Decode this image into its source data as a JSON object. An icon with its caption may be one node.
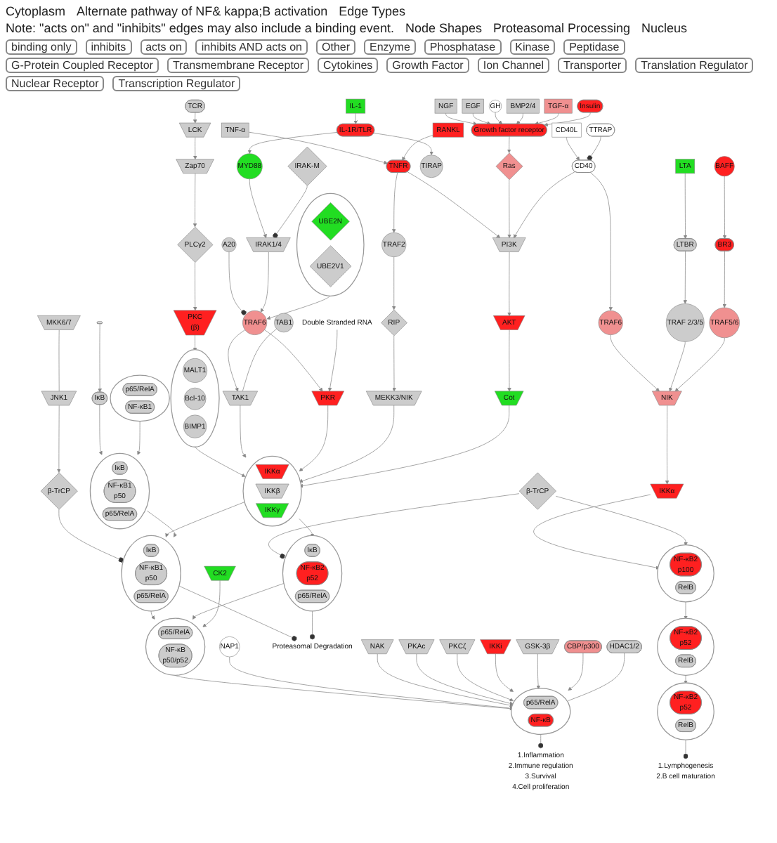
{
  "diagram": {
    "nodes": [
      {
        "text": [
          "GH"
        ]
      },
      {
        "text": [
          "RANKL"
        ]
      },
      {
        "text": [
          "EGF"
        ]
      },
      {
        "text": [
          "BMP2/4"
        ]
      },
      {
        "text": [
          "IL-1"
        ]
      },
      {
        "text": [
          "TNF-α"
        ]
      },
      {
        "text": [
          "NGF"
        ]
      },
      {
        "text": [
          "TGF-α"
        ]
      },
      {
        "text": [
          "CD40L"
        ]
      },
      {
        "text": [
          "LTA"
        ]
      },
      {
        "text": [
          "BAFF"
        ]
      },
      {
        "text": [
          "Insulin"
        ]
      },
      {
        "text": [
          "TCR"
        ]
      },
      {
        "text": [
          "IL-1R/TLR"
        ]
      },
      {
        "text": [
          "TNFR"
        ]
      },
      {
        "text": [
          "Growth factor receptor"
        ]
      },
      {
        "text": [
          "CD40"
        ]
      },
      {
        "text": [
          "LTBR"
        ]
      },
      {
        "text": [
          "BR3"
        ]
      },
      {
        "text": [
          "TIRAP"
        ]
      },
      {
        "text": [
          "LCK"
        ]
      },
      {
        "text": [
          "MYD88"
        ]
      },
      {
        "text": [
          "IRAK-M"
        ]
      },
      {
        "text": [
          "Zap70"
        ]
      },
      {
        "text": [
          "A20"
        ]
      },
      {
        "text": [
          "IRAK1/4"
        ]
      },
      {
        "text": [
          "Double Stranded RNA"
        ]
      },
      {
        "text": [
          "TRAF2"
        ]
      },
      {
        "text": [
          "RIP"
        ]
      },
      {
        "text": [
          "Ras"
        ]
      },
      {
        "text": [
          "TTRAP"
        ]
      },
      {
        "text": [
          "TRAF6"
        ]
      },
      {
        "text": [
          "TRAF 2/3/5"
        ]
      },
      {
        "text": [
          "TRAF5/6"
        ]
      },
      {
        "text": [
          "PI3K"
        ]
      },
      {
        "text": [
          "PLCγ2"
        ]
      },
      {
        "text": [],
        "shape": "circle"
      },
      {
        "text": [
          "UBE2N"
        ],
        "in": 36
      },
      {
        "text": [
          "UBE2V1"
        ],
        "in": 36
      },
      {
        "text": [
          "TRAF6"
        ]
      },
      {
        "text": [
          "PKR"
        ]
      },
      {
        "text": [
          "MEKK3/NIK"
        ]
      },
      {
        "text": [
          "AKT"
        ]
      },
      {
        "text": [
          "NIK"
        ]
      },
      {
        "text": [
          "PKC",
          "(β)"
        ]
      },
      {
        "text": [
          "TAB1"
        ]
      },
      {
        "text": [
          "TAK1"
        ]
      },
      {
        "text": [],
        "shape": "circle"
      },
      {
        "text": [
          "MALT1"
        ],
        "in": 47
      },
      {
        "text": [
          "Bcl-10"
        ],
        "in": 47
      },
      {
        "text": [
          "BIMP1"
        ],
        "in": 47
      },
      {
        "text": [],
        "shape": "circle"
      },
      {
        "text": [
          "IKKα"
        ],
        "in": 51
      },
      {
        "text": [
          "IKKβ"
        ],
        "in": 51
      },
      {
        "text": [
          "IKKγ"
        ],
        "in": 51
      },
      {
        "text": [
          "Cot"
        ]
      },
      {
        "text": [
          "MKK6/7"
        ]
      },
      {
        "text": [
          "JNK1"
        ]
      },
      {
        "text": [
          "β-TrCP"
        ]
      },
      {
        "text": [
          "β-TrCP"
        ]
      },
      {
        "text": [
          "IKKα"
        ]
      },
      {
        "text": [],
        "shape": "circle"
      },
      {
        "text": [
          "IκB"
        ],
        "in": 61
      },
      {
        "text": [
          "NF-κB1",
          "p50"
        ],
        "in": 61
      },
      {
        "text": [
          "p65/RelA"
        ],
        "in": 61
      },
      {
        "text": [
          "Proteasomal Degradation"
        ]
      },
      {
        "text": [],
        "shape": "circle"
      },
      {
        "text": [
          "IκB"
        ],
        "in": 66
      },
      {
        "text": [
          "NF-κB2",
          "p52"
        ],
        "in": 66
      },
      {
        "text": [
          "p65/RelA"
        ],
        "in": 66
      },
      {
        "text": [
          "CK2"
        ]
      },
      {
        "text": [],
        "shape": "circle"
      },
      {
        "text": [
          "p65/RelA"
        ],
        "in": 71
      },
      {
        "text": [
          "NF-κB",
          "p50/p52"
        ],
        "in": 71
      },
      {
        "text": [],
        "shape": "circle"
      },
      {
        "text": [
          "NF-κB2",
          "p100"
        ],
        "in": 74
      },
      {
        "text": [
          "RelB"
        ],
        "in": 74
      },
      {
        "text": [],
        "shape": "circle"
      },
      {
        "text": [
          "NF-κB2",
          "p52"
        ],
        "in": 77
      },
      {
        "text": [
          "RelB"
        ],
        "in": 77
      },
      {
        "text": [],
        "shape": "circle"
      },
      {
        "text": [
          "IκB"
        ],
        "in": 80
      },
      {
        "text": [
          "NF-κB1",
          "p50"
        ],
        "in": 80
      },
      {
        "text": [
          "p65/RelA"
        ],
        "in": 80
      },
      {
        "text": [],
        "shape": "circle"
      },
      {
        "text": [
          "p65/RelA"
        ],
        "in": 84
      },
      {
        "text": [
          "NF-κB1"
        ],
        "in": 84
      },
      {
        "text": [
          "NAP1"
        ]
      },
      {
        "text": [
          "NAK"
        ]
      },
      {
        "text": [
          "PKAc"
        ]
      },
      {
        "text": [
          "PKCζ"
        ]
      },
      {
        "text": [
          "IKKi"
        ]
      },
      {
        "text": [
          "GSK-3β"
        ]
      },
      {
        "text": [
          "CBP/p300"
        ]
      },
      {
        "text": [
          "HDAC1/2"
        ]
      },
      {
        "text": [],
        "shape": "circle"
      },
      {
        "text": [
          "p65/RelA"
        ],
        "in": 95
      },
      {
        "text": [
          "NF-κB"
        ],
        "in": 95
      },
      {
        "text": [],
        "shape": "helix"
      },
      {
        "text": [
          "IκB"
        ]
      },
      {
        "text": [
          "1.Inflammation",
          "2.Immune regulation",
          "3.Survival",
          "4.Cell proliferation"
        ]
      },
      {
        "text": [],
        "shape": "circle"
      },
      {
        "text": [
          "NF-κB2",
          "p52"
        ],
        "in": 101
      },
      {
        "text": [
          "RelB"
        ],
        "in": 101
      },
      {
        "text": [
          "1.Lymphogenesis",
          "2.B cell maturation"
        ]
      }
    ],
    "edges": [
      {
        "from": 4,
        "to": 13,
        "arrow": "to"
      },
      {
        "from": 13,
        "to": 19,
        "arrow": "to"
      },
      {
        "from": 13,
        "to": 21,
        "arrow": "to"
      },
      {
        "from": 21,
        "to": 25,
        "arrow": "to"
      },
      {
        "from": 22,
        "to": 25,
        "arrow": "other"
      },
      {
        "from": 24,
        "to": 39,
        "arrow": "other"
      },
      {
        "from": 25,
        "to": 39,
        "arrow": "to"
      },
      {
        "from": 12,
        "to": 20,
        "arrow": "to"
      },
      {
        "from": 20,
        "to": 23,
        "arrow": "to"
      },
      {
        "from": 23,
        "to": 35,
        "arrow": "to"
      },
      {
        "from": 35,
        "to": 44,
        "arrow": "to"
      },
      {
        "from": 44,
        "to": 47,
        "arrow": "to"
      },
      {
        "from": 47,
        "to": 51,
        "arrow": "to"
      },
      {
        "from": 36,
        "to": 39,
        "arrow": "to"
      },
      {
        "from": 39,
        "to": 40,
        "arrow": "to"
      },
      {
        "from": 39,
        "to": 46,
        "arrow": "to"
      },
      {
        "from": 45,
        "to": 46,
        "arrow": "none"
      },
      {
        "from": 46,
        "to": 51,
        "arrow": "to"
      },
      {
        "from": 26,
        "to": 40,
        "arrow": "to"
      },
      {
        "from": 40,
        "to": 51,
        "arrow": "to"
      },
      {
        "from": 41,
        "to": 51,
        "arrow": "to"
      },
      {
        "from": 28,
        "to": 41,
        "arrow": "to"
      },
      {
        "from": 27,
        "to": 28,
        "arrow": "to"
      },
      {
        "from": 14,
        "to": 27,
        "arrow": "to"
      },
      {
        "from": 5,
        "to": 14,
        "arrow": "to"
      },
      {
        "from": 1,
        "to": 14,
        "arrow": "to"
      },
      {
        "from": 14,
        "to": 34,
        "arrow": "to"
      },
      {
        "from": 6,
        "to": 15,
        "arrow": "to"
      },
      {
        "from": 2,
        "to": 15,
        "arrow": "to"
      },
      {
        "from": 0,
        "to": 15,
        "arrow": "to"
      },
      {
        "from": 3,
        "to": 15,
        "arrow": "to"
      },
      {
        "from": 7,
        "to": 15,
        "arrow": "to"
      },
      {
        "from": 11,
        "to": 15,
        "arrow": "to"
      },
      {
        "from": 15,
        "to": 29,
        "arrow": "to"
      },
      {
        "from": 29,
        "to": 34,
        "arrow": "to"
      },
      {
        "from": 16,
        "to": 34,
        "arrow": "to"
      },
      {
        "from": 8,
        "to": 16,
        "arrow": "to"
      },
      {
        "from": 30,
        "to": 16,
        "arrow": "other"
      },
      {
        "from": 16,
        "to": 31,
        "arrow": "to"
      },
      {
        "from": 31,
        "to": 43,
        "arrow": "to"
      },
      {
        "from": 9,
        "to": 17,
        "arrow": "to"
      },
      {
        "from": 17,
        "to": 32,
        "arrow": "to"
      },
      {
        "from": 32,
        "to": 43,
        "arrow": "to"
      },
      {
        "from": 10,
        "to": 18,
        "arrow": "to"
      },
      {
        "from": 18,
        "to": 33,
        "arrow": "to"
      },
      {
        "from": 33,
        "to": 43,
        "arrow": "to"
      },
      {
        "from": 43,
        "to": 60,
        "arrow": "to"
      },
      {
        "from": 60,
        "to": 74,
        "arrow": "to"
      },
      {
        "from": 34,
        "to": 42,
        "arrow": "to"
      },
      {
        "from": 42,
        "to": 55,
        "arrow": "to"
      },
      {
        "from": 55,
        "to": 51,
        "arrow": "to"
      },
      {
        "from": 56,
        "to": 57,
        "arrow": "none"
      },
      {
        "from": 57,
        "to": 58,
        "arrow": "to"
      },
      {
        "from": 58,
        "to": 61,
        "arrow": "other"
      },
      {
        "from": 59,
        "to": 66,
        "arrow": "other"
      },
      {
        "from": 59,
        "to": 74,
        "arrow": "to"
      },
      {
        "from": 51,
        "to": 61,
        "arrow": "to"
      },
      {
        "from": 51,
        "to": 66,
        "arrow": "to"
      },
      {
        "from": 61,
        "to": 65,
        "arrow": "other"
      },
      {
        "from": 66,
        "to": 65,
        "arrow": "other"
      },
      {
        "from": 61,
        "to": 71,
        "arrow": "to"
      },
      {
        "from": 66,
        "to": 71,
        "arrow": "to"
      },
      {
        "from": 70,
        "to": 71,
        "arrow": "to"
      },
      {
        "from": 71,
        "to": 95,
        "arrow": "to"
      },
      {
        "from": 74,
        "to": 77,
        "arrow": "to"
      },
      {
        "from": 77,
        "to": 101,
        "arrow": "to"
      },
      {
        "from": 98,
        "to": 99,
        "arrow": "to"
      },
      {
        "from": 99,
        "to": 80,
        "arrow": "to"
      },
      {
        "from": 84,
        "to": 80,
        "arrow": "to"
      },
      {
        "from": 80,
        "to": 61,
        "arrow": "to"
      },
      {
        "from": 87,
        "to": 95,
        "arrow": "to"
      },
      {
        "from": 88,
        "to": 95,
        "arrow": "to"
      },
      {
        "from": 89,
        "to": 95,
        "arrow": "to"
      },
      {
        "from": 90,
        "to": 95,
        "arrow": "to"
      },
      {
        "from": 91,
        "to": 95,
        "arrow": "to"
      },
      {
        "from": 92,
        "to": 95,
        "arrow": "to"
      },
      {
        "from": 93,
        "to": 95,
        "arrow": "to"
      },
      {
        "from": 94,
        "to": 95,
        "arrow": "none"
      },
      {
        "from": 95,
        "to": 100,
        "arrow": "other"
      },
      {
        "from": 101,
        "to": 104,
        "arrow": "other"
      }
    ],
    "labels": [
      "Cytoplasm",
      "Alternate pathway of NF& kappa;B activation",
      "Edge Types",
      "Note: \"acts on\" and \"inhibits\" edges may also include a binding event.",
      "Node Shapes",
      "Proteasomal Processing",
      "Nucleus"
    ],
    "legend": [
      {
        "text": "binding only"
      },
      {
        "text": "inhibits"
      },
      {
        "text": "acts on"
      },
      {
        "text": "inhibits AND acts on"
      },
      {
        "text": "Other"
      },
      {
        "text": "Enzyme"
      },
      {
        "text": "Phosphatase"
      },
      {
        "text": "Kinase"
      },
      {
        "text": "Peptidase"
      },
      {
        "text": "G-Protein Coupled Receptor"
      },
      {
        "text": "Transmembrane Receptor"
      },
      {
        "text": "Cytokines"
      },
      {
        "text": "Growth Factor"
      },
      {
        "text": "Ion Channel"
      },
      {
        "text": "Transporter"
      },
      {
        "text": "Translation Regulator"
      },
      {
        "text": "Nuclear Receptor"
      },
      {
        "text": "Transcription Regulator"
      }
    ]
  }
}
